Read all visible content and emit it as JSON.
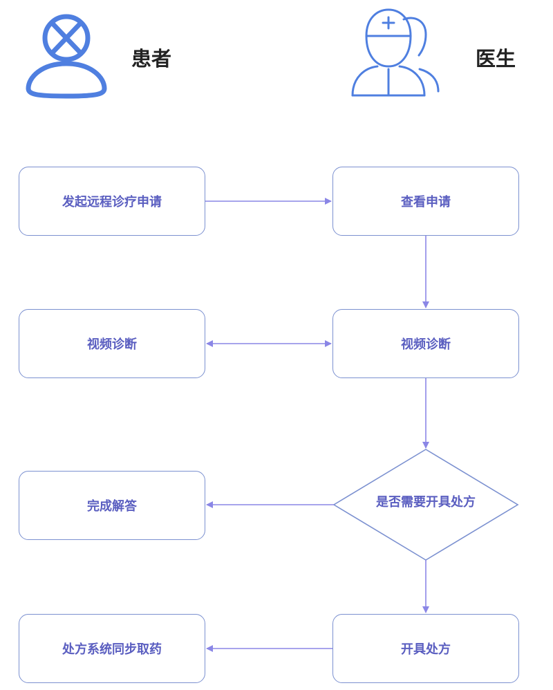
{
  "actors": {
    "patient": "患者",
    "doctor": "医生"
  },
  "nodes": {
    "apply": "发起远程诊疗申请",
    "view_apply": "查看申请",
    "video_patient": "视频诊断",
    "video_doctor": "视频诊断",
    "decision": "是否需要开具处方",
    "complete": "完成解答",
    "issue_prescription": "开具处方",
    "sync_pickup": "处方系统同步取药"
  },
  "colors": {
    "icon": "#4f7fe0",
    "box_border": "#7b90d0",
    "arrow": "#8a86e6",
    "text": "#5a5ec0"
  }
}
